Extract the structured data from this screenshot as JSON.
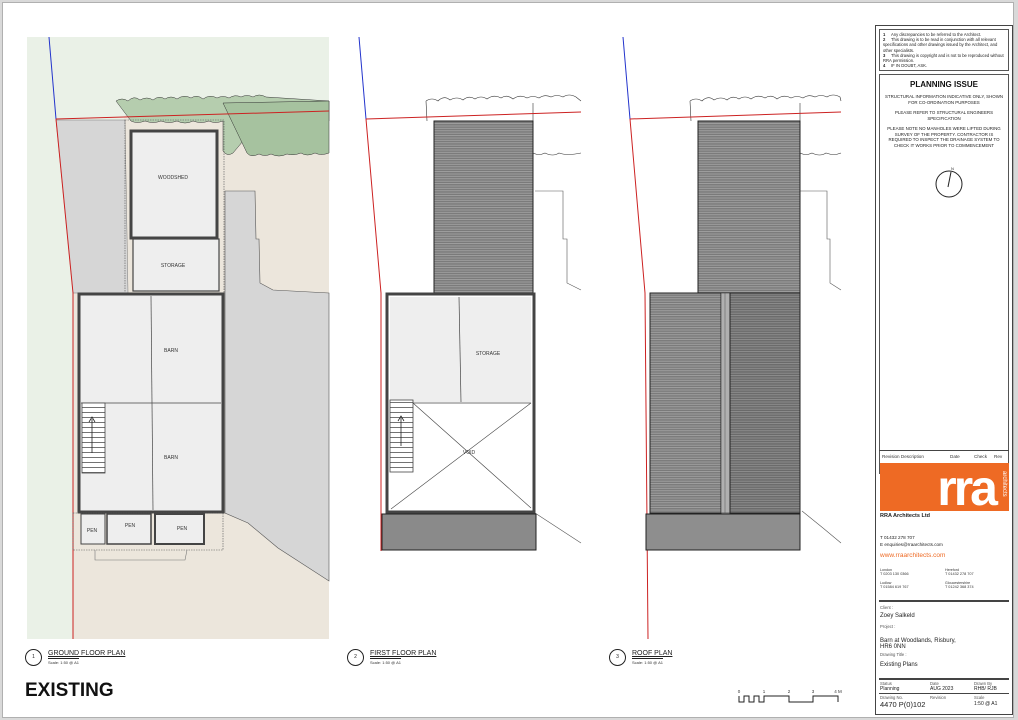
{
  "sheet": {
    "stamp": "EXISTING"
  },
  "plans": [
    {
      "number": "1",
      "title": "GROUND FLOOR PLAN",
      "scale": "Scale: 1:50 @ A1",
      "rooms": [
        "WOODSHED",
        "STORAGE",
        "BARN",
        "BARN",
        "PEN",
        "PEN",
        "PEN"
      ]
    },
    {
      "number": "2",
      "title": "FIRST FLOOR PLAN",
      "scale": "Scale: 1:50 @ A1",
      "rooms": [
        "STORAGE",
        "VOID"
      ]
    },
    {
      "number": "3",
      "title": "ROOF PLAN",
      "scale": "Scale: 1:50 @ A1",
      "rooms": []
    }
  ],
  "scale_bar": {
    "ticks": [
      "0",
      "1",
      "2",
      "3",
      "4 M"
    ]
  },
  "title_block": {
    "notes": [
      {
        "num": "1",
        "text": "Any discrepancies to be referred to the Architect."
      },
      {
        "num": "2",
        "text": "This drawing is to be read in conjunction with all relevant specifications and other drawings issued by the Architect, and other specialists."
      },
      {
        "num": "3",
        "text": "This drawing is copyright and is not to be reproduced without RRA permission."
      },
      {
        "num": "4",
        "text": "IF IN DOUBT, ASK."
      }
    ],
    "planning_heading": "PLANNING ISSUE",
    "planning_notes": [
      "STRUCTURAL INFORMATION INDICATIVE ONLY, SHOWN FOR CO-ORDINATION PURPOSES",
      "PLEASE REFER TO STRUCTURAL ENGINEERS SPECIFICATION",
      "PLEASE NOTE NO MANHOLES WERE LIFTED DURING SURVEY OF THE PROPERTY. CONTRACTOR IS REQUIRED TO INSPECT THE DRAINAGE SYSTEM TO CHECK IT WORKS PRIOR TO COMMENCEMENT"
    ],
    "north_label": "N",
    "revision_headers": {
      "description": "Revision Description",
      "date": "Date",
      "check": "Check",
      "rev": "Rev"
    },
    "logo": {
      "text": "rra",
      "subtext": "architects",
      "color": "#ee6a24"
    },
    "company": {
      "name": "RRA Architects Ltd",
      "phone": "T 01432 278 707",
      "email": "E enquiries@rraarchitects.com",
      "website": "www.rraarchitects.com"
    },
    "offices": [
      {
        "name": "London",
        "phone": "T 0203 130 0366"
      },
      {
        "name": "Hereford",
        "phone": "T 01432 278 707"
      },
      {
        "name": "Ludlow",
        "phone": "T 01584 619 767"
      },
      {
        "name": "Gloucestershire",
        "phone": "T 01242 368 374"
      }
    ],
    "client_label": "Client :",
    "client": "Zoey Salkeld",
    "project_label": "Project :",
    "project_line1": "Barn at Woodlands, Risbury,",
    "project_line2": "HR6 0NN",
    "drawing_title_label": "Drawing Title :",
    "drawing_title": "Existing Plans",
    "status_label": "Status",
    "status": "Planning",
    "date_label": "Date",
    "date": "AUG 2023",
    "drawn_by_label": "Drawn By",
    "drawn_by": "RHB/ RJB",
    "drawing_no_label": "Drawing No.",
    "drawing_no": "4470 P(0)102",
    "revision_label": "Revision",
    "revision": "",
    "scale_label": "Scale",
    "scale": "1:50 @ A1"
  }
}
